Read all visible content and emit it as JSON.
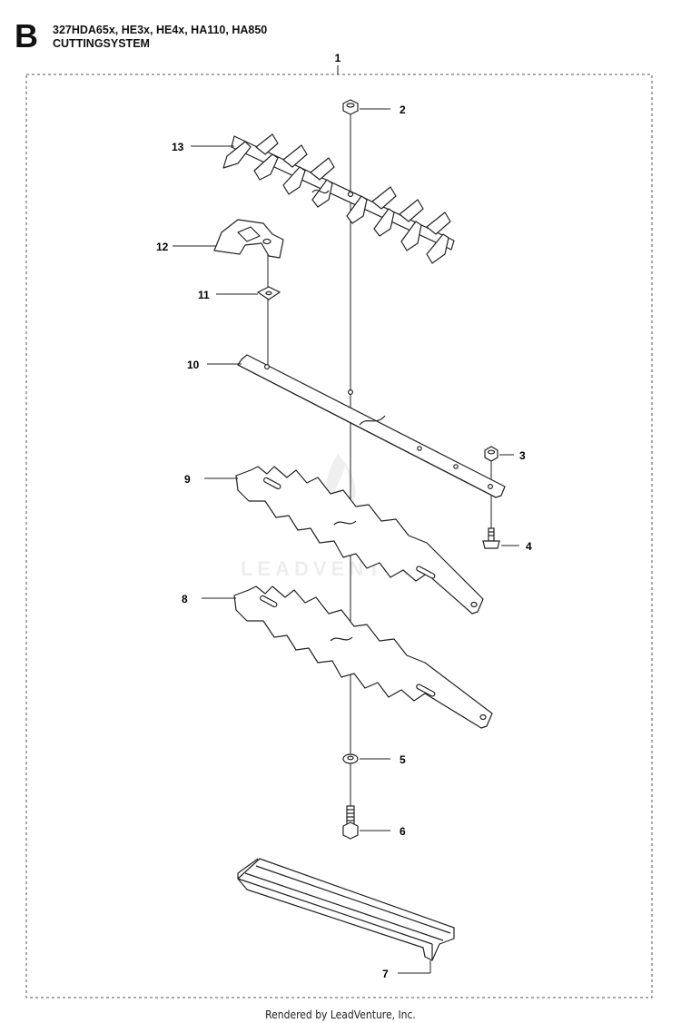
{
  "header": {
    "section_letter": "B",
    "models": "327HDA65x, HE3x, HE4x, HA110, HA850",
    "subtitle": "CUTTINGSYSTEM"
  },
  "assembly_callout": "1",
  "watermark": "LEADVENTURE",
  "parts": [
    {
      "number": "2",
      "item": "nut"
    },
    {
      "number": "3",
      "item": "nut"
    },
    {
      "number": "4",
      "item": "screw"
    },
    {
      "number": "5",
      "item": "washer"
    },
    {
      "number": "6",
      "item": "bolt"
    },
    {
      "number": "7",
      "item": "blade-guard"
    },
    {
      "number": "8",
      "item": "blade-lower"
    },
    {
      "number": "9",
      "item": "blade-upper"
    },
    {
      "number": "10",
      "item": "support-bar"
    },
    {
      "number": "11",
      "item": "washer-square"
    },
    {
      "number": "12",
      "item": "clamp"
    },
    {
      "number": "13",
      "item": "blade-top"
    }
  ],
  "footer": "Rendered by LeadVenture, Inc.",
  "colors": {
    "line": "#222222",
    "fill": "#ffffff",
    "watermark": "#d9d9d9"
  }
}
